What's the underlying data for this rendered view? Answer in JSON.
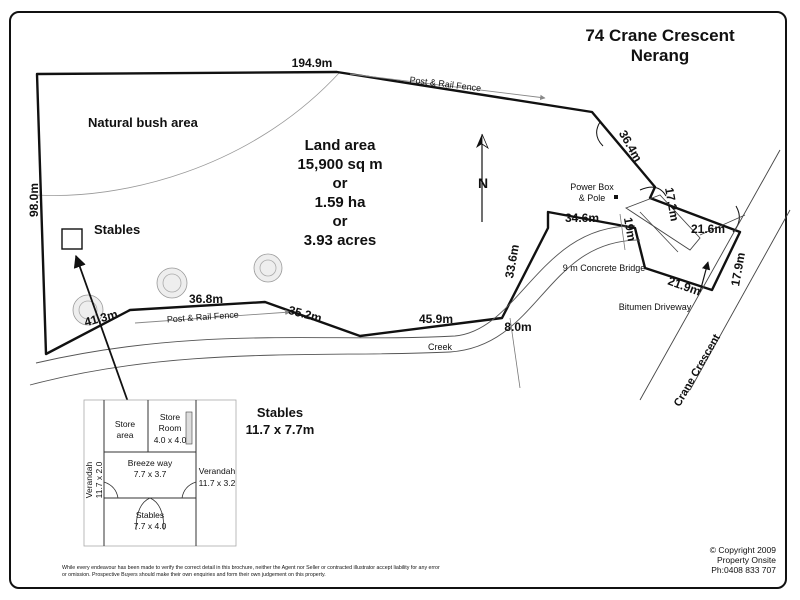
{
  "title": {
    "line1": "74 Crane Crescent",
    "line2": "Nerang"
  },
  "land_area": {
    "line1": "Land area",
    "line2": "15,900 sq m",
    "line3": "or",
    "line4": "1.59 ha",
    "line5": "or",
    "line6": "3.93 acres"
  },
  "labels": {
    "natural_bush": "Natural bush area",
    "stables": "Stables",
    "north": "N",
    "post_rail_top": "Post & Rail Fence",
    "post_rail_bottom": "Post & Rail Fence",
    "creek": "Creek",
    "power_box_line1": "Power Box",
    "power_box_line2": "& Pole",
    "bridge": "9 m Concrete Bridge",
    "driveway": "Bitumen Driveway",
    "street": "Crane Crescent"
  },
  "dimensions": {
    "d194": "194.9m",
    "d98": "98.0m",
    "d364": "36.4m",
    "d172": "17.2m",
    "d216": "21.6m",
    "d179": "17.9m",
    "d219": "21.9m",
    "d346": "34.6m",
    "d19": "19m",
    "d336": "33.6m",
    "d80": "8.0m",
    "d459": "45.9m",
    "d352": "35.2m",
    "d368": "36.8m",
    "d413": "41.3m"
  },
  "stables_plan": {
    "title_line1": "Stables",
    "title_line2": "11.7 x 7.7m",
    "store_area_line1": "Store",
    "store_area_line2": "area",
    "store_room_line1": "Store",
    "store_room_line2": "Room",
    "store_room_size": "4.0 x 4.0",
    "breezeway_line1": "Breeze way",
    "breezeway_line2": "7.7 x 3.7",
    "verandah_left_line1": "Verandah",
    "verandah_left_line2": "11.7 x 2.0",
    "verandah_right_line1": "Verandah",
    "verandah_right_line2": "11.7 x 3.2",
    "stables_line1": "Stables",
    "stables_line2": "7.7 x 4.0"
  },
  "disclaimer": "While every endeavour has been made to verify the correct detail in this brochure, neither the Agent nor Seller or contracted illustrator accept liability for any error or omission. Prospective Buyers should make their own enquiries and form their own judgement on this property.",
  "copyright": {
    "line1": "© Copyright 2009",
    "line2": "Property Onsite",
    "line3": "Ph:0408 833 707"
  }
}
